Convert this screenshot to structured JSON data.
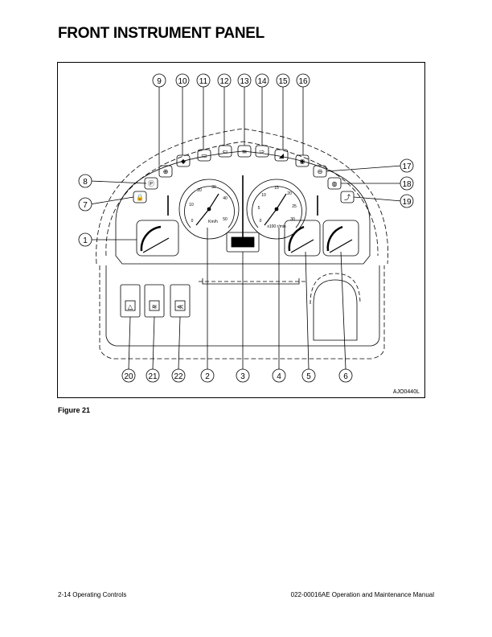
{
  "page": {
    "title": "FRONT INSTRUMENT PANEL",
    "figure_caption": "Figure 21",
    "figure_ref": "AJO0440L",
    "footer_left": "2-14  Operating Controls",
    "footer_right": "022-00016AE Operation and Maintenance Manual"
  },
  "callouts": [
    "1",
    "2",
    "3",
    "4",
    "5",
    "6",
    "7",
    "8",
    "9",
    "10",
    "11",
    "12",
    "13",
    "14",
    "15",
    "16",
    "17",
    "18",
    "19",
    "20",
    "21",
    "22"
  ],
  "speedometer": {
    "unit": "Km/h",
    "ticks": [
      "0",
      "10",
      "20",
      "30",
      "40",
      "50"
    ]
  },
  "tachometer": {
    "unit": "x100 r/min",
    "ticks": [
      "0",
      "5",
      "10",
      "15",
      "20",
      "25",
      "30"
    ]
  },
  "icons": [
    "lock-indicator-icon",
    "parking-brake-icon",
    "charge-warning-icon",
    "engine-oil-icon",
    "battery-icon",
    "turn-left-icon",
    "high-beam-icon",
    "turn-right-icon",
    "air-filter-icon",
    "transmission-icon",
    "brake-icon",
    "preheat-icon",
    "pto-icon",
    "hazard-switch-icon",
    "work-light-switch-icon",
    "beacon-switch-icon"
  ],
  "colors": {
    "ink": "#000000",
    "paper": "#ffffff"
  }
}
